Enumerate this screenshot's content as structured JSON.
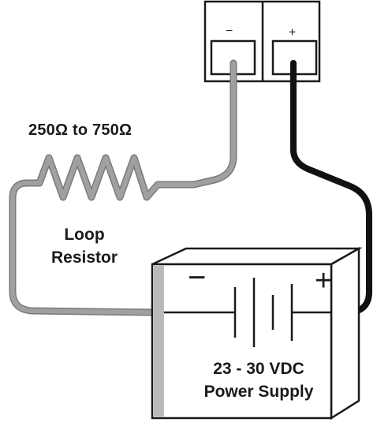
{
  "terminal_block": {
    "negative_symbol": "−",
    "positive_symbol": "+"
  },
  "resistor": {
    "value_label": "250Ω to 750Ω",
    "name_line1": "Loop",
    "name_line2": "Resistor"
  },
  "power_supply": {
    "negative_symbol": "−",
    "positive_symbol": "+",
    "label_line1": "23 - 30 VDC",
    "label_line2": "Power Supply"
  },
  "colors": {
    "negative_wire": "#a0a0a0",
    "positive_wire": "#111111",
    "outline": "#1a1a1a",
    "box_face": "#ffffff",
    "box_shade": "#b9b9b9"
  }
}
